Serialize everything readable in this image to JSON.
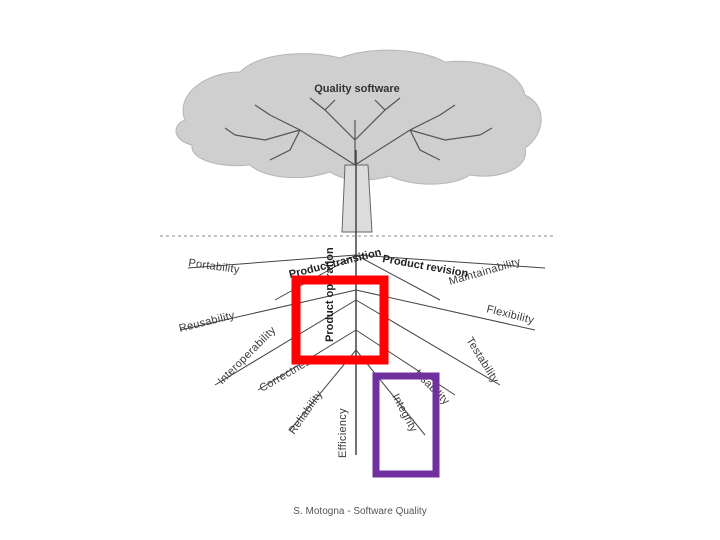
{
  "tree": {
    "canopy_label": "Quality software",
    "branches": [
      "Product revision",
      "Product transition",
      "Product operation"
    ],
    "qualities": [
      "Portability",
      "Reusability",
      "Interoperability",
      "Correctness",
      "Reliability",
      "Efficiency",
      "Integrity",
      "Usability",
      "Testability",
      "Flexibility",
      "Maintainability"
    ]
  },
  "highlights": {
    "red_color": "#ff0000",
    "purple_color": "#7030a0"
  },
  "footer": {
    "text": "S. Motogna - Software Quality"
  }
}
